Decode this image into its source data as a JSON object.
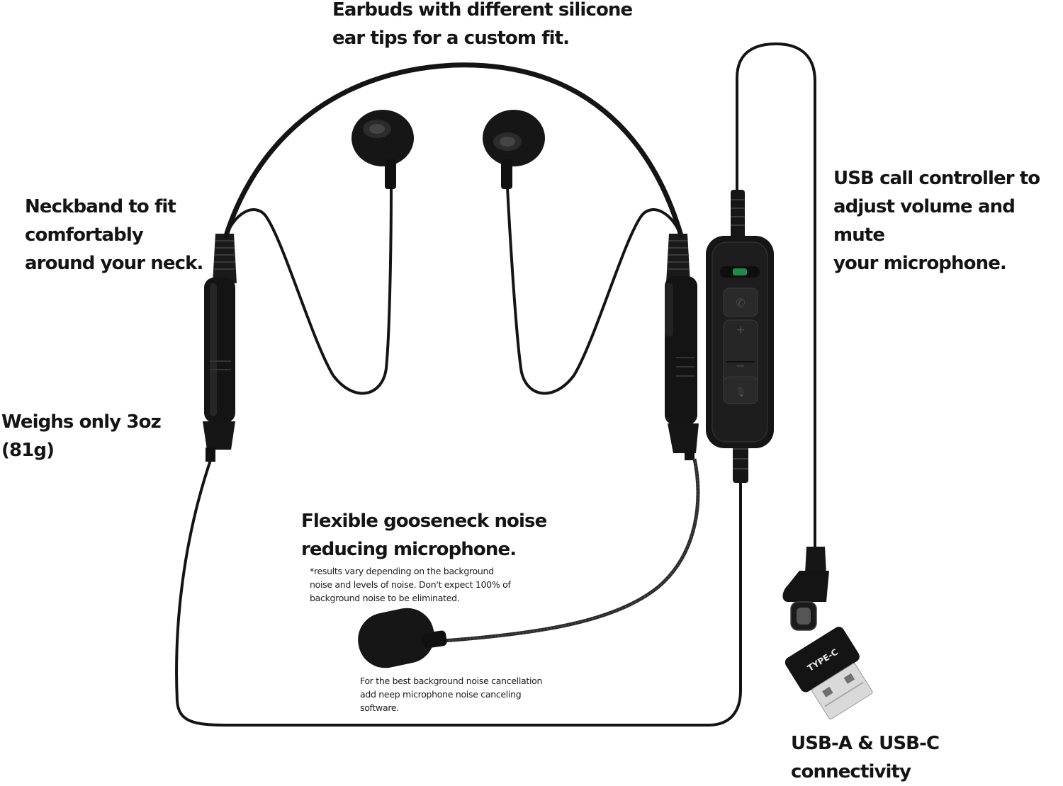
{
  "callouts": {
    "earbuds": "Earbuds with different silicone\near tips for a custom fit.",
    "neckband": "Neckband to fit\ncomfortably\naround your neck.",
    "weight": "Weighs only 3oz\n(81g)",
    "controller": "USB call controller to\nadjust volume and mute\nyour microphone.",
    "microphone": "Flexible gooseneck noise\nreducing microphone.",
    "connectivity": "USB-A & USB-C\nconnectivity"
  },
  "notes": {
    "mic_disclaimer": "*results vary depending on the background\nnoise and levels of noise. Don't expect 100% of\nbackground noise to be eliminated.",
    "noise_tip": "For the best background noise cancellation\nadd neep microphone noise canceling\nsoftware."
  },
  "controller_buttons": {
    "call": "✆",
    "volume_up": "+",
    "volume_down": "−",
    "mute": "🎙"
  },
  "adapter_label": "TYPE-C",
  "colors": {
    "text": "#141414",
    "device_body": "#151515",
    "controller_face": "#2a2a2a",
    "status_led": "#1f8a4c",
    "background": "#ffffff"
  }
}
